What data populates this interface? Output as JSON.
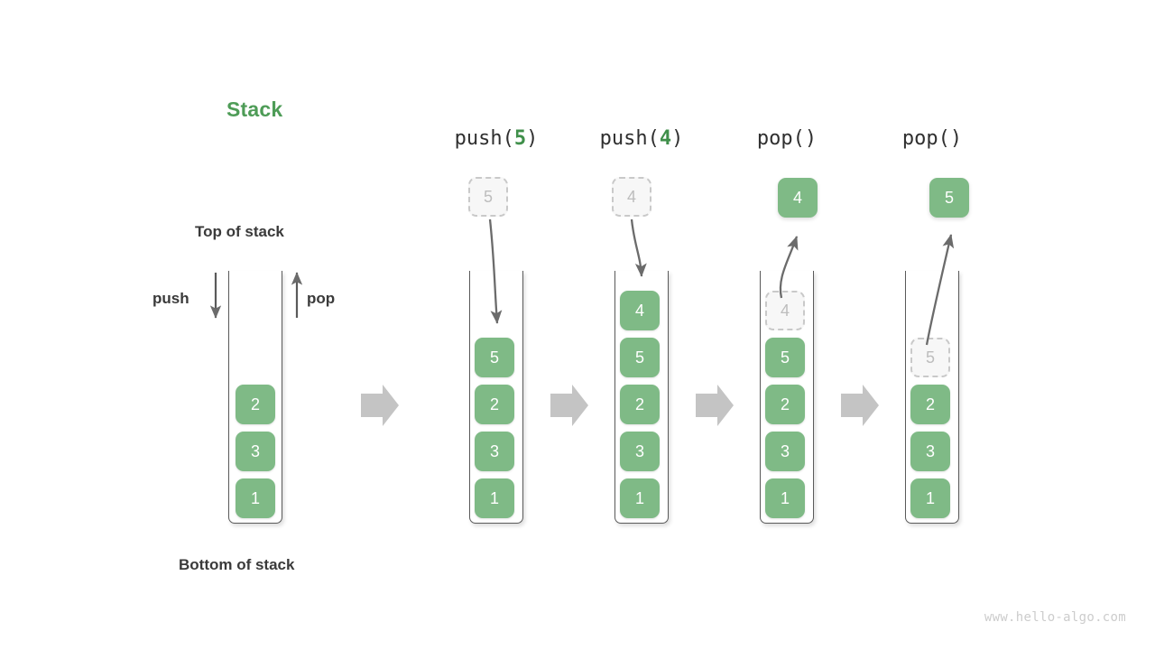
{
  "diagram": {
    "title": "Stack",
    "title_color": "#4e9c57",
    "accent_color": "#7fba86",
    "ghost_color": "#bdbdbd",
    "arrow_color": "#6b6b6b",
    "flow_arrow_color": "#c4c4c4",
    "watermark": "www.hello-algo.com"
  },
  "annotations": {
    "top_of_stack": "Top of stack",
    "bottom_of_stack": "Bottom of stack",
    "push": "push",
    "pop": "pop"
  },
  "columns": [
    {
      "id": "initial",
      "op_prefix": "",
      "op_arg": "",
      "op_suffix": "",
      "has_op_label": false,
      "cells": [
        "2",
        "3",
        "1"
      ],
      "ghost_outside": null,
      "ghost_inside": null,
      "floating": null
    },
    {
      "id": "push5",
      "op_prefix": "push(",
      "op_arg": "5",
      "op_suffix": ")",
      "has_op_label": true,
      "cells": [
        "5",
        "2",
        "3",
        "1"
      ],
      "ghost_outside": "5",
      "ghost_inside": null,
      "floating": null
    },
    {
      "id": "push4",
      "op_prefix": "push(",
      "op_arg": "4",
      "op_suffix": ")",
      "has_op_label": true,
      "cells": [
        "4",
        "5",
        "2",
        "3",
        "1"
      ],
      "ghost_outside": "4",
      "ghost_inside": null,
      "floating": null
    },
    {
      "id": "pop4",
      "op_prefix": "pop(",
      "op_arg": "",
      "op_suffix": ")",
      "has_op_label": true,
      "cells": [
        "5",
        "2",
        "3",
        "1"
      ],
      "ghost_outside": null,
      "ghost_inside": "4",
      "floating": "4"
    },
    {
      "id": "pop5",
      "op_prefix": "pop(",
      "op_arg": "",
      "op_suffix": ")",
      "has_op_label": true,
      "cells": [
        "2",
        "3",
        "1"
      ],
      "ghost_outside": null,
      "ghost_inside": "5",
      "floating": "5"
    }
  ]
}
